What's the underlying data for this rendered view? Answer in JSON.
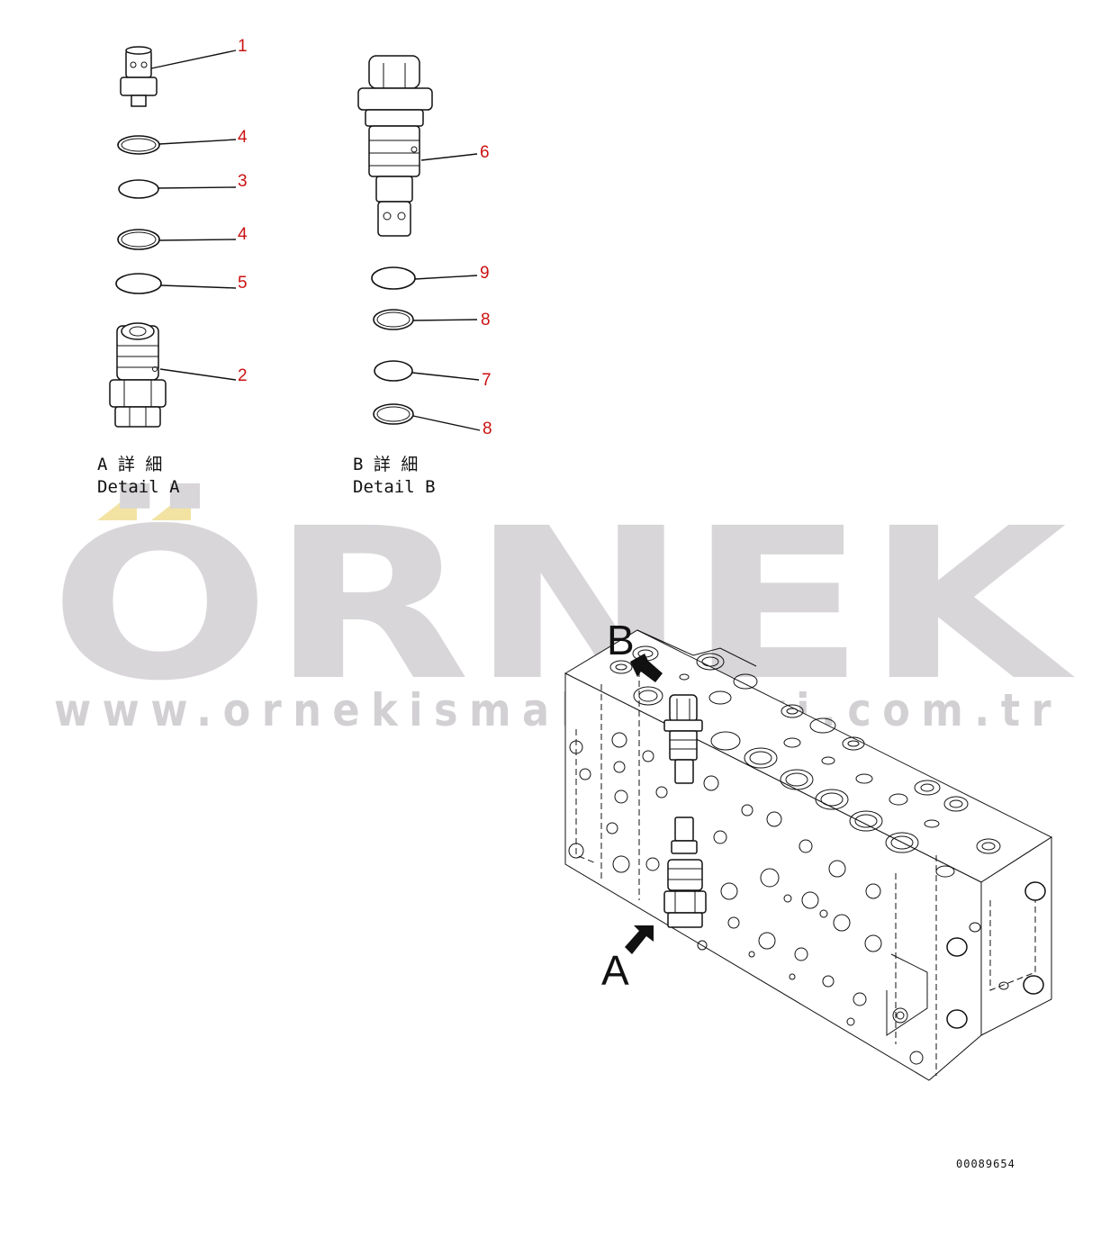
{
  "watermark": {
    "brand": "ÖRNEK",
    "url": "www.ornekismakinalari.com.tr",
    "accent_color": "#f3e3a3",
    "gray_color": "#d8d6d9"
  },
  "detail_a": {
    "label_jp": "A 詳 細",
    "label_en": "Detail A"
  },
  "detail_b": {
    "label_jp": "B 詳 細",
    "label_en": "Detail B"
  },
  "callouts": {
    "c1": "1",
    "c4a": "4",
    "c3": "3",
    "c4b": "4",
    "c5": "5",
    "c2": "2",
    "c6": "6",
    "c9": "9",
    "c8a": "8",
    "c7": "7",
    "c8b": "8"
  },
  "view_arrows": {
    "a": "A",
    "b": "B"
  },
  "drawing_code": "00089654",
  "callout_color": "#cc1111"
}
